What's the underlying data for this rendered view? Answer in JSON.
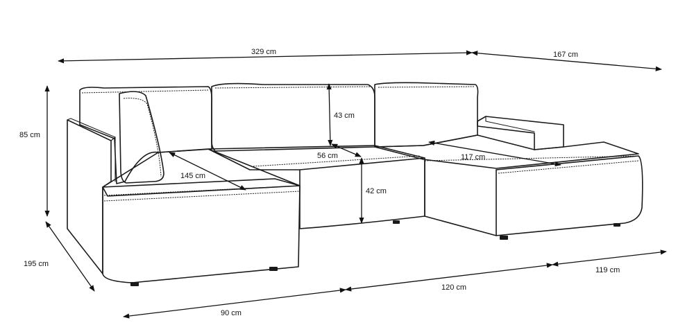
{
  "dimensions": {
    "total_width": "329 cm",
    "right_depth": "167 cm",
    "height": "85 cm",
    "depth_left": "195 cm",
    "left_chaise_width": "90 cm",
    "middle_width": "120 cm",
    "right_chaise_width": "119 cm",
    "chaise_length": "145 cm",
    "seat_depth": "56 cm",
    "backrest_height": "43 cm",
    "seat_height": "42 cm",
    "right_chaise_length": "117 cm"
  }
}
